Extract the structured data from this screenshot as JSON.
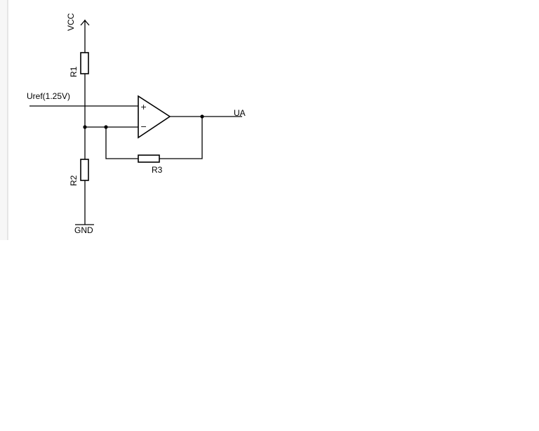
{
  "schematic": {
    "supply_label": "VCC",
    "ground_label": "GND",
    "reference_label": "Uref(1.25V)",
    "output_label": "UA",
    "resistors": {
      "r1": "R1",
      "r2": "R2",
      "r3": "R3"
    },
    "opamp": {
      "noninverting_sign": "+",
      "inverting_sign": "−"
    }
  }
}
